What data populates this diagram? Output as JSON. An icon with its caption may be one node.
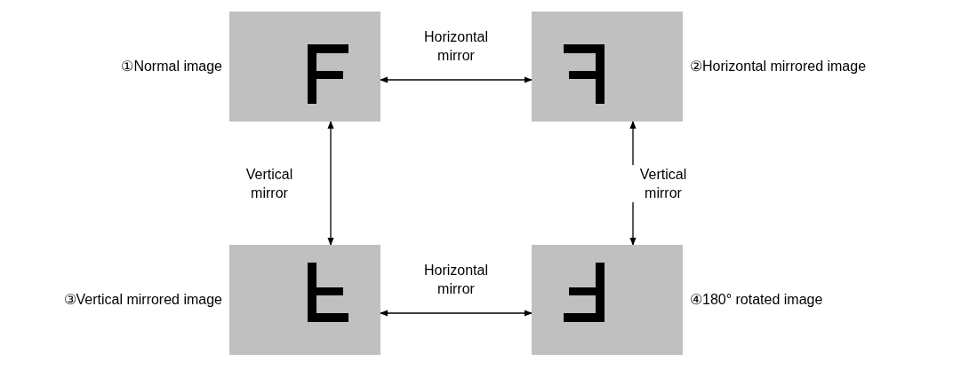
{
  "diagram": {
    "nodes": [
      {
        "text": [],
        "shape": "picture",
        "beside": [
          "①Normal image"
        ]
      },
      {
        "text": [],
        "shape": "picture",
        "beside": [
          "②Horizontal mirrored image"
        ]
      },
      {
        "text": [],
        "shape": "picture",
        "beside": [
          "③Vertical mirrored image"
        ]
      },
      {
        "text": [],
        "shape": "picture",
        "beside": [
          "④180° rotated image"
        ]
      }
    ],
    "edges": [
      {
        "from": 0,
        "to": 1,
        "arrow": "both",
        "label": "Horizontal mirror"
      },
      {
        "from": 0,
        "to": 2,
        "arrow": "both",
        "label": "Vertical mirror"
      },
      {
        "from": 1,
        "to": 3,
        "arrow": "both",
        "label": "Vertical mirror"
      },
      {
        "from": 2,
        "to": 3,
        "arrow": "both",
        "label": "Horizontal mirror"
      }
    ]
  }
}
